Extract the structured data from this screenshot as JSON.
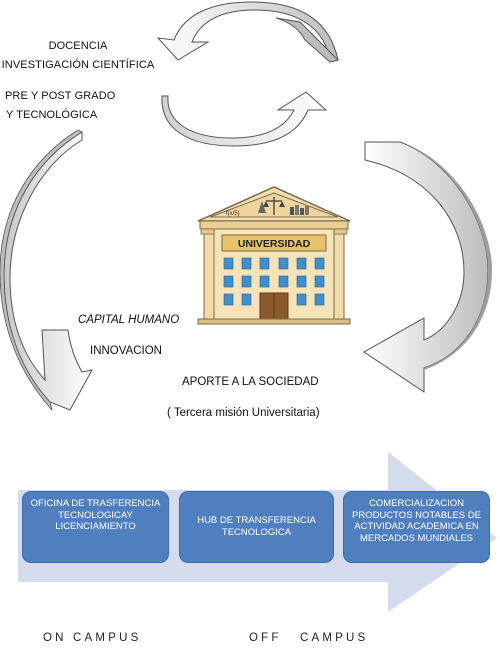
{
  "top_labels": {
    "line1": "DOCENCIA",
    "line2": "INVESTIGACIÓN CIENTÍFICA",
    "line3": "PRE Y POST GRADO",
    "line4": "Y TECNOLÓGICA"
  },
  "left_labels": {
    "capital": "CAPITAL HUMANO",
    "innovacion": "INNOVACION"
  },
  "society": {
    "aporte": "APORTE A LA SOCIEDAD",
    "mision": "( Tercera misión Universitaria)"
  },
  "building": {
    "sign": "UNIVERSIDAD",
    "pediment": "f(x/5)"
  },
  "process_boxes": [
    {
      "text": "OFICINA DE TRASFERENCIA TECNOLOGICAY LICENCIAMIENTO"
    },
    {
      "text": "HUB DE TRANSFERENCIA TECNOLOGICA"
    },
    {
      "text": "COMERCIALIZACION PRODUCTOS NOTABLES DE ACTIVIDAD ACADEMICA EN MERCADOS MUNDIALES"
    }
  ],
  "campus": {
    "on": "ON CAMPUS",
    "off": "OFF CAMPUS"
  },
  "colors": {
    "box_fill": "#4f7fbf",
    "big_arrow": "#d4dbec",
    "building_wall": "#f3dfb0",
    "window": "#3f8fcf",
    "door": "#8a5a2b",
    "arrow_shade": "#c7c7c7"
  }
}
